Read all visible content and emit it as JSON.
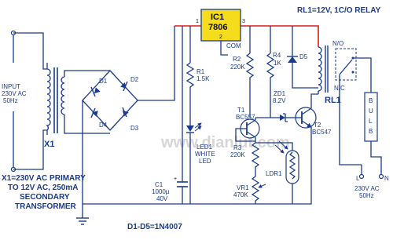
{
  "watermark": "www.dianlut.com",
  "colors": {
    "wire": "#1a3a8c",
    "supply_rail": "#d81a1a",
    "ic_body": "#f5dc1c",
    "background": "#ffffff"
  },
  "input": {
    "l1": "INPUT",
    "l2": "230V AC",
    "l3": "50Hz"
  },
  "transformer": {
    "ref": "X1",
    "note_l1": "X1=230V AC PRIMARY",
    "note_l2": "TO 12V AC, 250mA",
    "note_l3": "SECONDARY",
    "note_l4": "TRANSFORMER"
  },
  "diodes": {
    "d1": "D1",
    "d2": "D2",
    "d3": "D3",
    "d4": "D4",
    "d5": "D5",
    "note": "D1-D5=1N4007"
  },
  "ic": {
    "ref": "IC1",
    "part": "7806",
    "pin1": "1",
    "pin2": "2",
    "pin3": "3",
    "com": "COM"
  },
  "relay": {
    "spec": "RL1=12V, 1C/O RELAY",
    "ref": "RL1",
    "no": "N/O",
    "nc": "N/C"
  },
  "r1": {
    "ref": "R1",
    "val": "1.5K"
  },
  "r2": {
    "ref": "R2",
    "val": "220K"
  },
  "r3": {
    "ref": "R3",
    "val": "220K"
  },
  "r4": {
    "ref": "R4",
    "val": "1K"
  },
  "vr1": {
    "ref": "VR1",
    "val": "470K"
  },
  "zd1": {
    "ref": "ZD1",
    "val": "8.2V"
  },
  "t1": {
    "ref": "T1",
    "part": "BC557"
  },
  "t2": {
    "ref": "T2",
    "part": "BC547"
  },
  "led1": {
    "l1": "LED1",
    "l2": "WHITE",
    "l3": "LED"
  },
  "c1": {
    "ref": "C1",
    "v1": "1000µ",
    "v2": "40V"
  },
  "ldr1": {
    "ref": "LDR1"
  },
  "bulb": {
    "label": "BULB"
  },
  "output": {
    "l": "L",
    "n": "N",
    "v": "230V AC",
    "f": "50Hz"
  }
}
